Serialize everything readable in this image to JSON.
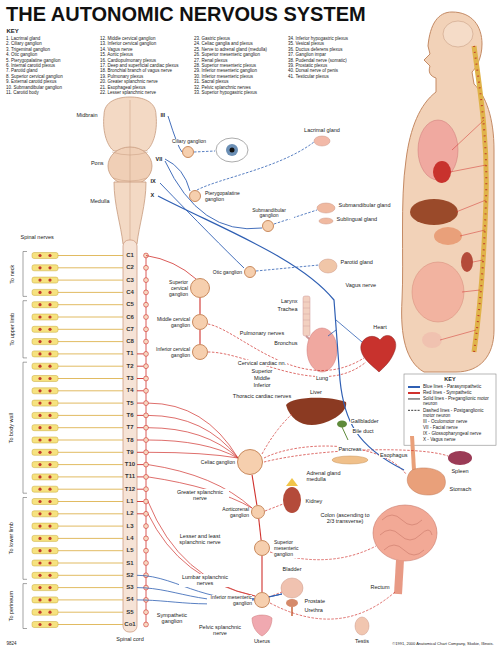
{
  "diagram": {
    "title": "THE AUTONOMIC NERVOUS SYSTEM",
    "nodes": [
      {
        "text": [
          "Ciliary ganglion"
        ]
      },
      {
        "text": [
          "Pterygopalatine ganglion"
        ]
      },
      {
        "text": [
          "Submandibular ganglion"
        ]
      },
      {
        "text": [
          "Otic ganglion"
        ]
      },
      {
        "text": [
          "Superior cervical ganglion"
        ]
      },
      {
        "text": [
          "Middle cervical ganglion"
        ]
      },
      {
        "text": [
          "Inferior cervical ganglion"
        ]
      },
      {
        "text": [
          "Celiac ganglion"
        ]
      },
      {
        "text": [
          "Aorticorenal ganglion"
        ]
      },
      {
        "text": [
          "Superior mesenteric ganglion"
        ]
      },
      {
        "text": [
          "Inferior mesenteric ganglion"
        ]
      }
    ],
    "edges": [
      {
        "from": 4,
        "to": 5,
        "arrow": "none"
      },
      {
        "from": 5,
        "to": 6,
        "arrow": "none"
      },
      {
        "from": 7,
        "to": 8,
        "arrow": "none"
      },
      {
        "from": 8,
        "to": 9,
        "arrow": "none"
      },
      {
        "from": 9,
        "to": 10,
        "arrow": "none"
      }
    ],
    "labels": [
      "KEY",
      "1. Lacrimal gland",
      "2. Ciliary ganglion",
      "3. Trigeminal ganglion",
      "4. Otic ganglion",
      "5. Pterygopalatine ganglion",
      "6. Internal carotid plexus",
      "7. Parotid gland",
      "8. Superior cervical ganglion",
      "9. External carotid plexus",
      "10. Submandibular ganglion",
      "11. Carotid body",
      "12. Middle cervical ganglion",
      "13. Inferior cervical ganglion",
      "14. Vagus nerve",
      "15. Aortic plexus",
      "16. Cardiopulmonary plexus",
      "17. Deep and superficial cardiac plexus",
      "18. Bronchial branch of vagus nerve",
      "19. Pulmonary plexus",
      "20. Greater splanchnic nerve",
      "21. Esophageal plexus",
      "22. Lesser splanchnic nerve",
      "23. Gastric plexus",
      "24. Celiac ganglia and plexus",
      "25. Nerve to adrenal gland (medulla)",
      "26. Superior mesenteric ganglion",
      "27. Renal plexus",
      "28. Superior mesenteric plexus",
      "29. Inferior mesenteric ganglion",
      "30. Inferior mesenteric plexus",
      "31. Sacral plexus",
      "32. Pelvic splanchnic nerves",
      "33. Superior hypogastric plexus",
      "34. Inferior hypogastric plexus",
      "35. Vesical plexus",
      "36. Ductus deferens plexus",
      "37. Ganglion impar",
      "38. Pudendal nerve (somatic)",
      "39. Prostatic plexus",
      "40. Dorsal nerve of penis",
      "41. Testicular plexus",
      "Midbrain",
      "III",
      "Pons",
      "VII",
      "IX",
      "X",
      "Medulla",
      "Spinal nerves",
      "To neck",
      "To upper limb",
      "To body wall",
      "To lower limb",
      "To perineum",
      "C1",
      "C2",
      "C3",
      "C4",
      "C5",
      "C6",
      "C7",
      "C8",
      "T1",
      "T2",
      "T3",
      "T4",
      "T5",
      "T6",
      "T7",
      "T8",
      "T9",
      "T10",
      "T11",
      "T12",
      "L1",
      "L2",
      "L3",
      "L4",
      "L5",
      "S1",
      "S2",
      "S3",
      "S4",
      "S5",
      "Co1",
      "Spinal cord",
      "Sympathetic ganglion",
      "Lacrimal gland",
      "Submandibular gland",
      "Sublingual gland",
      "Parotid gland",
      "Vagus nerve",
      "Larynx",
      "Trachea",
      "Pulmonary nerves",
      "Bronchus",
      "Lung",
      "Heart",
      "Cervical cardiac nn.",
      "Superior",
      "Middle",
      "Inferior",
      "Thoracic cardiac nerves",
      "Liver",
      "Gallbladder",
      "Bile duct",
      "Spleen",
      "Pancreas",
      "Esophagus",
      "Stomach",
      "Adrenal gland medulla",
      "Kidney",
      "Greater splanchnic nerve",
      "Lesser and least splanchnic nerve",
      "Colon (ascending to 2/3 transverse)",
      "Lumbar splanchnic nerves",
      "Bladder",
      "Prostate",
      "Urethra",
      "Rectum",
      "Pelvic splanchnic nerve",
      "Uterus",
      "Testis",
      "KEY",
      "9824",
      "©1991, 2000 Anatomical Chart Company, Skokie, Illinois."
    ],
    "legend": [
      {
        "text": "Blue lines - Parasympathetic",
        "color": "#2f5fb3"
      },
      {
        "text": "Red lines - Sympathetic",
        "color": "#d0312d"
      },
      {
        "text": "Solid lines - Preganglionic motor neuron"
      },
      {
        "text": "Dashed lines - Postganglionic motor neuron"
      },
      {
        "text": "III - Oculomotor nerve"
      },
      {
        "text": "VII - Facial nerve"
      },
      {
        "text": "IX - Glossopharyngeal nerve"
      },
      {
        "text": "X - Vagus nerve"
      }
    ]
  }
}
